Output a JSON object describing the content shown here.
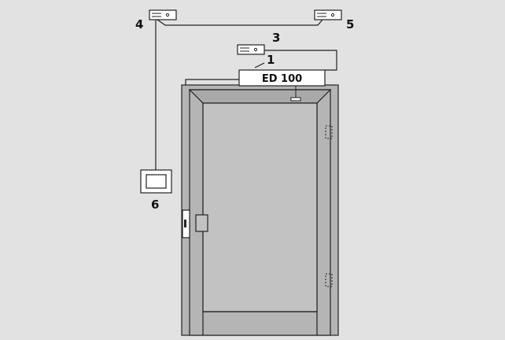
{
  "diagram": {
    "operator_label": "ED 100",
    "callouts": {
      "operator": "1",
      "switch_top": "3",
      "switch_left": "4",
      "switch_right": "5",
      "panel": "6"
    }
  },
  "colors": {
    "background": "#e2e2e2",
    "frame": "#b5b5b5",
    "door_leaf": "#c2c2c2",
    "outline": "#222222",
    "device_fill": "#ffffff"
  }
}
